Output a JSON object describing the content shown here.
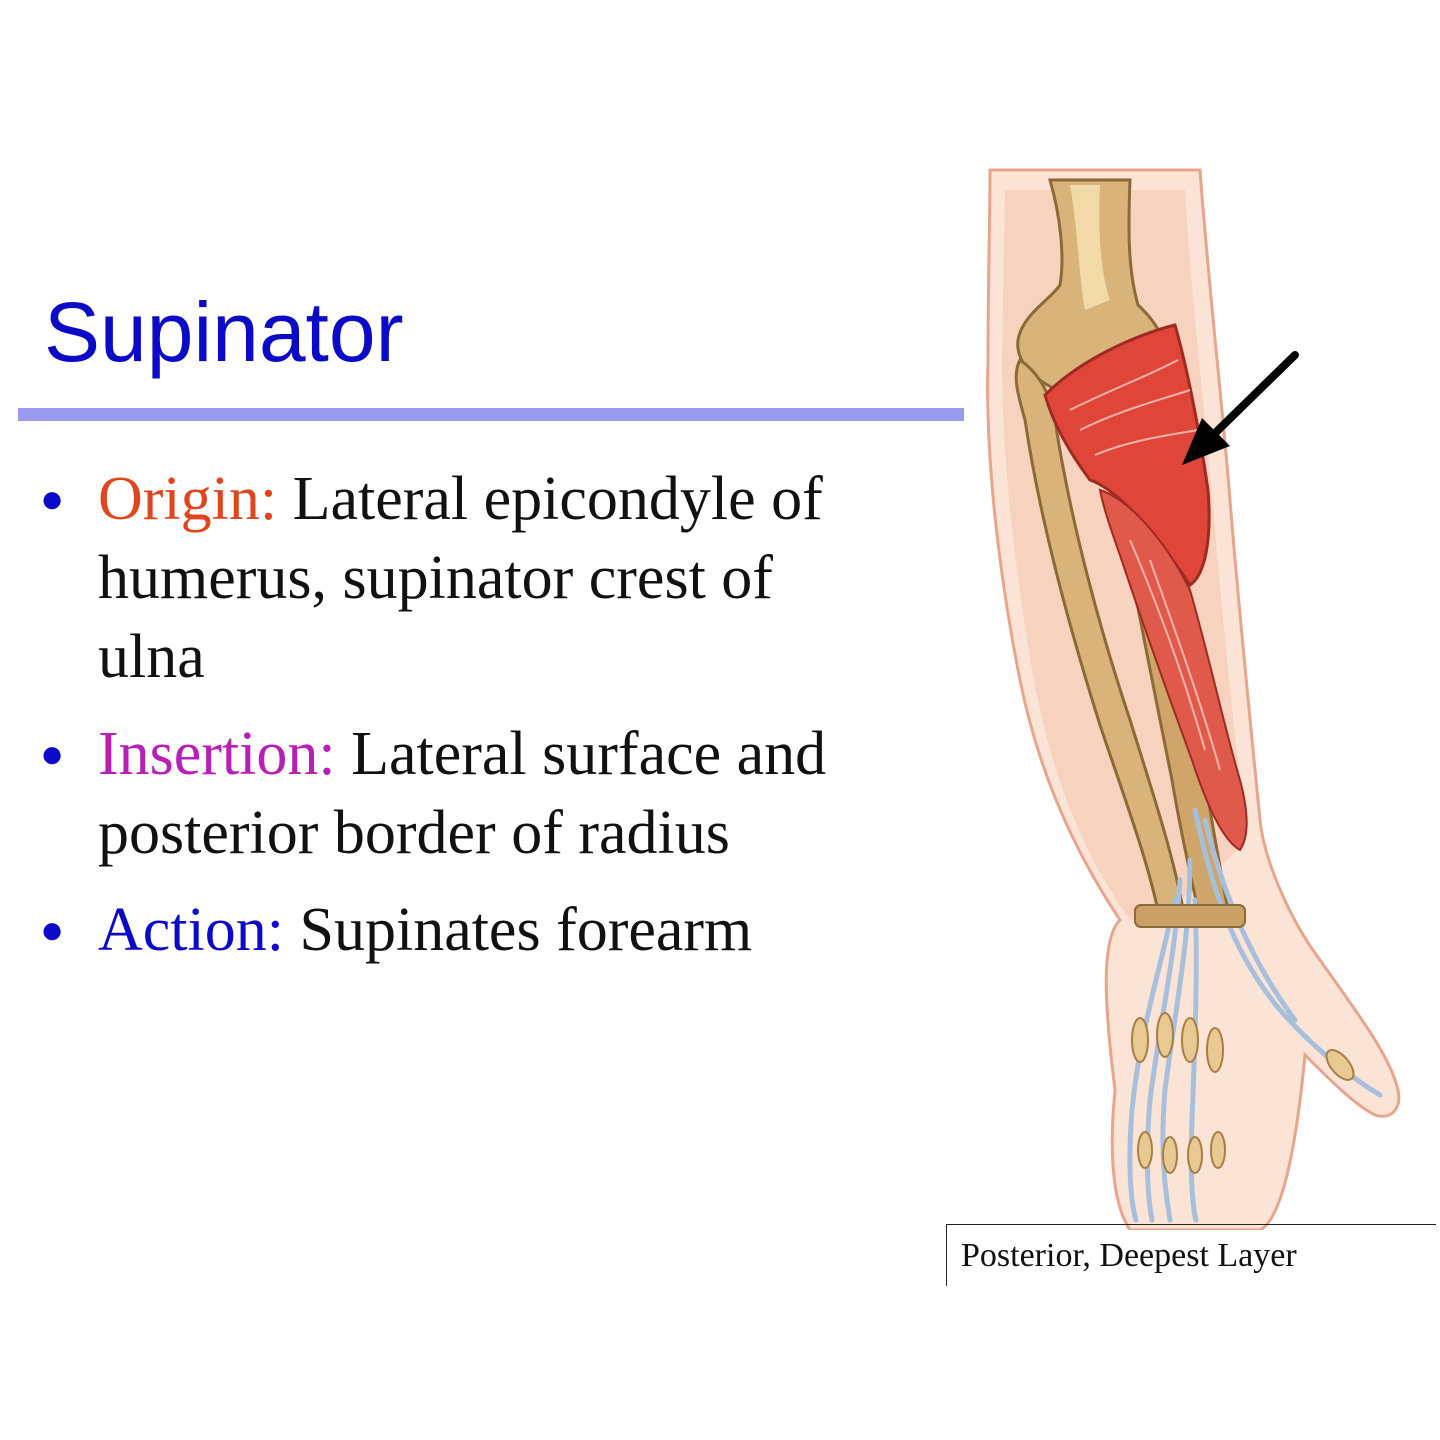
{
  "slide": {
    "title": "Supinator",
    "bullets": [
      {
        "term": "Origin:",
        "text": " Lateral epicondyle of humerus, supinator crest of ulna"
      },
      {
        "term": "Insertion:",
        "text": " Lateral surface and posterior border of radius"
      },
      {
        "term": "Action:",
        "text": " Supinates forearm"
      }
    ],
    "figure_caption": "Posterior, Deepest Layer"
  },
  "colors": {
    "title": "#0a0ac8",
    "title_rule": "#9999ee",
    "origin_term": "#e0461e",
    "insertion_term": "#b81eb8",
    "action_term": "#0a0ac8",
    "body_text": "#111111"
  }
}
